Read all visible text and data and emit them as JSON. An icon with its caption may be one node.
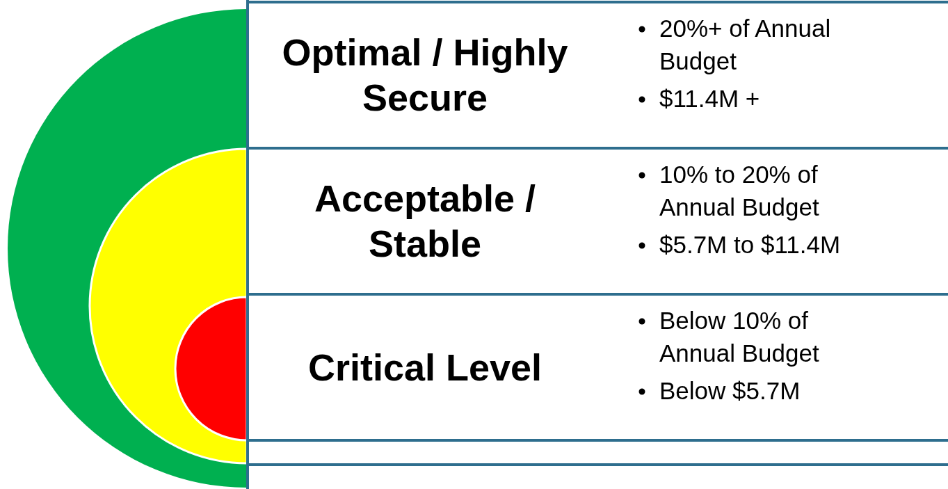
{
  "diagram": {
    "nodes": [
      {
        "text": [
          "Optimal / Highly Secure",
          "20%+ of Annual Budget",
          "$11.4M +"
        ]
      },
      {
        "text": [
          "Acceptable / Stable",
          "10% to 20% of Annual Budget",
          "$5.7M to $11.4M"
        ]
      },
      {
        "text": [
          "Critical Level",
          "Below 10% of Annual Budget",
          "Below $5.7M"
        ]
      }
    ]
  }
}
